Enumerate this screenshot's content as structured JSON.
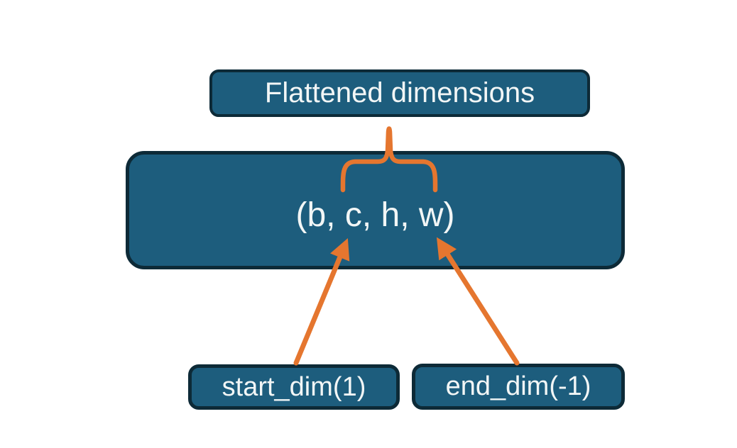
{
  "diagram": {
    "top_label": "Flattened dimensions",
    "tensor_label": "(b, c, h, w)",
    "start_dim_label": "start_dim(1)",
    "end_dim_label": "end_dim(-1)"
  },
  "colors": {
    "background": "#ffffff",
    "box_fill": "#1d5d7d",
    "box_border": "#0d2a37",
    "accent_orange": "#e5762f",
    "text": "#f2f6f6"
  }
}
